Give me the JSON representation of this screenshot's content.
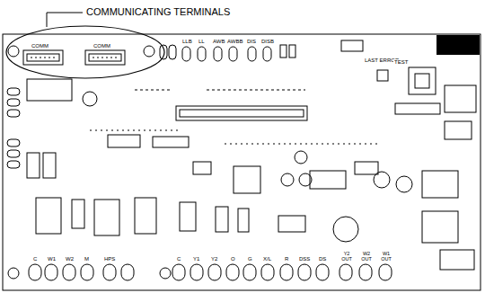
{
  "diagram": {
    "labels": [
      "COMMUNICATING TERMINALS",
      "COMM",
      "COMM",
      "LLB",
      "LL",
      "AWB",
      "AWBB",
      "DIS",
      "DISB",
      "LAST ERROR",
      "TEST",
      "C",
      "W1",
      "W2",
      "M",
      "HPS",
      "C",
      "Y1",
      "Y2",
      "O",
      "G",
      "X/L",
      "R",
      "DSS",
      "DS",
      "Y2 OUT",
      "W2 OUT",
      "W1 OUT"
    ]
  }
}
